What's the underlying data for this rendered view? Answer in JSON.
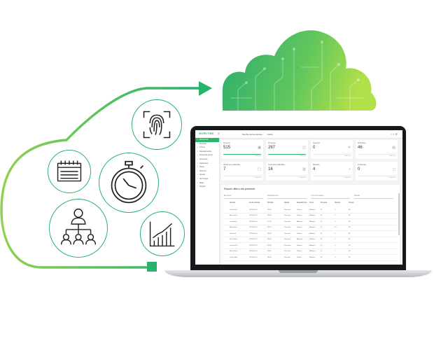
{
  "app": {
    "logo_text": "WORKTIME",
    "company_selector": "Nombre de la empresa",
    "user_menu": "Admin",
    "colors": {
      "accent": "#2db56c",
      "cloud_dark": "#2bae6d",
      "cloud_light": "#a5dc4c"
    }
  },
  "sidebar": {
    "items": [
      {
        "label": "Dashboard",
        "icon": "dashboard-icon"
      },
      {
        "label": "Personal",
        "icon": "users-icon"
      },
      {
        "label": "Turnos",
        "icon": "clock-icon"
      },
      {
        "label": "Departamentos",
        "icon": "sitemap-icon"
      },
      {
        "label": "Presencia actual",
        "icon": "presence-icon"
      },
      {
        "label": "Ausencias",
        "icon": "calendar-icon"
      },
      {
        "label": "Vacaciones",
        "icon": "plane-icon"
      },
      {
        "label": "Horas",
        "icon": "hours-icon"
      },
      {
        "label": "Informes",
        "icon": "report-icon"
      },
      {
        "label": "Ajustes",
        "icon": "gear-icon"
      },
      {
        "label": "Terminales",
        "icon": "fingerprint-icon"
      },
      {
        "label": "Mapa",
        "icon": "map-icon"
      },
      {
        "label": "Soporte",
        "icon": "help-icon"
      }
    ]
  },
  "cards": [
    {
      "label": "Personal",
      "value": "515",
      "more": "Más info"
    },
    {
      "label": "Presentes",
      "value": "267",
      "more": "Más info"
    },
    {
      "label": "Ausentes",
      "value": "0",
      "more": "Más info"
    },
    {
      "label": "Solicitudes",
      "value": "46",
      "more": "Más info"
    },
    {
      "label": "Vacaciones solicitadas",
      "value": "7",
      "more": "Más info"
    },
    {
      "label": "Ausencias justificadas",
      "value": "16",
      "more": "Más info"
    },
    {
      "label": "Retrasos",
      "value": "4",
      "more": "Más info"
    },
    {
      "label": "Incidencias",
      "value": "0",
      "more": "Más info"
    }
  ],
  "report": {
    "title": "Report ultimo dia presente",
    "filters": [
      "Empresa",
      "Departamento",
      "Turno de trabajo",
      "Estado"
    ],
    "columns": [
      "Nombre",
      "Fecha entrada",
      "Entrada",
      "Estado",
      "Departamento",
      "Turno",
      "Presente",
      "Retraso",
      "Tiempo"
    ],
    "rows": [
      [
        "Juan Pérez",
        "2023-05-10",
        "08:00",
        "Presente",
        "Ventas",
        "Mañana",
        "Sí",
        "0",
        "8h"
      ],
      [
        "Ana García",
        "2023-05-10",
        "08:05",
        "Presente",
        "Ventas",
        "Mañana",
        "Sí",
        "5",
        "8h"
      ],
      [
        "Luis Martín",
        "2023-05-10",
        "07:58",
        "Presente",
        "Almacén",
        "Mañana",
        "Sí",
        "0",
        "8h"
      ],
      [
        "Marta Ruiz",
        "2023-05-10",
        "08:12",
        "Presente",
        "Oficina",
        "Mañana",
        "Sí",
        "12",
        "8h"
      ],
      [
        "Pedro Gil",
        "2023-05-10",
        "08:00",
        "Presente",
        "Oficina",
        "Mañana",
        "Sí",
        "0",
        "8h"
      ],
      [
        "Sara López",
        "2023-05-10",
        "08:02",
        "Presente",
        "Almacén",
        "Mañana",
        "Sí",
        "2",
        "8h"
      ],
      [
        "Carlos Díaz",
        "2023-05-10",
        "08:00",
        "Presente",
        "Ventas",
        "Mañana",
        "Sí",
        "0",
        "8h"
      ],
      [
        "Elena Sanz",
        "2023-05-10",
        "08:01",
        "Presente",
        "Oficina",
        "Mañana",
        "Sí",
        "1",
        "8h"
      ],
      [
        "Jorge Vidal",
        "2023-05-10",
        "08:00",
        "Presente",
        "Ventas",
        "Mañana",
        "Sí",
        "0",
        "8h"
      ]
    ]
  }
}
